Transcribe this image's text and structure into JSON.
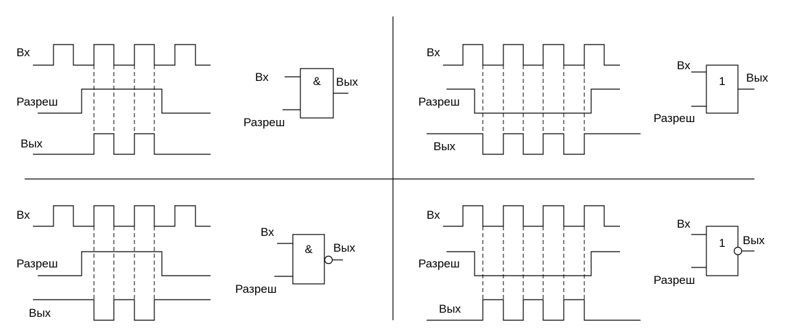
{
  "panels": [
    {
      "id": "and",
      "labels": {
        "in": "Вх",
        "enable": "Разреш",
        "out": "Вых"
      },
      "gate": {
        "symbol": "&",
        "in": "Вх",
        "enable": "Разреш",
        "out": "Вых",
        "inverted": false
      }
    },
    {
      "id": "or",
      "labels": {
        "in": "Вх",
        "enable": "Разреш",
        "out": "Вых"
      },
      "gate": {
        "symbol": "1",
        "in": "Вх",
        "enable": "Разреш",
        "out": "Вых",
        "inverted": false
      }
    },
    {
      "id": "nand",
      "labels": {
        "in": "Вх",
        "enable": "Разреш",
        "out": "Вых"
      },
      "gate": {
        "symbol": "&",
        "in": "Вх",
        "enable": "Разреш",
        "out": "Вых",
        "inverted": true
      }
    },
    {
      "id": "nor",
      "labels": {
        "in": "Вх",
        "enable": "Разреш",
        "out": "Вых"
      },
      "gate": {
        "symbol": "1",
        "in": "Вх",
        "enable": "Разреш",
        "out": "Вых",
        "inverted": true
      }
    }
  ]
}
